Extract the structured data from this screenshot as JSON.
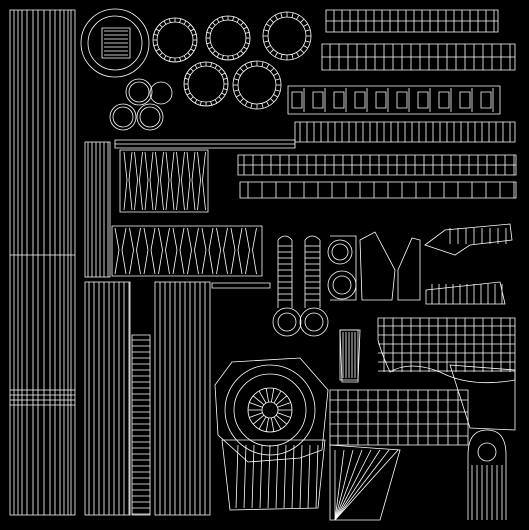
{
  "uv_layout": {
    "background_color": "#000000",
    "wire_color": "#ffffff",
    "ring_label": "",
    "islands": [
      "tall-column-strip",
      "medallion-rings",
      "small-ring-cluster",
      "top-grid-bar",
      "mid-grid-bar",
      "stepped-frieze-bar",
      "long-thin-bar",
      "dash-row",
      "baluster-row-upper",
      "baluster-row-lower",
      "column-shaft-pair",
      "arch-pieces",
      "bracket-pieces",
      "dome-plan",
      "fan-vault-panel",
      "arched-pier",
      "side-wing-panel"
    ]
  }
}
